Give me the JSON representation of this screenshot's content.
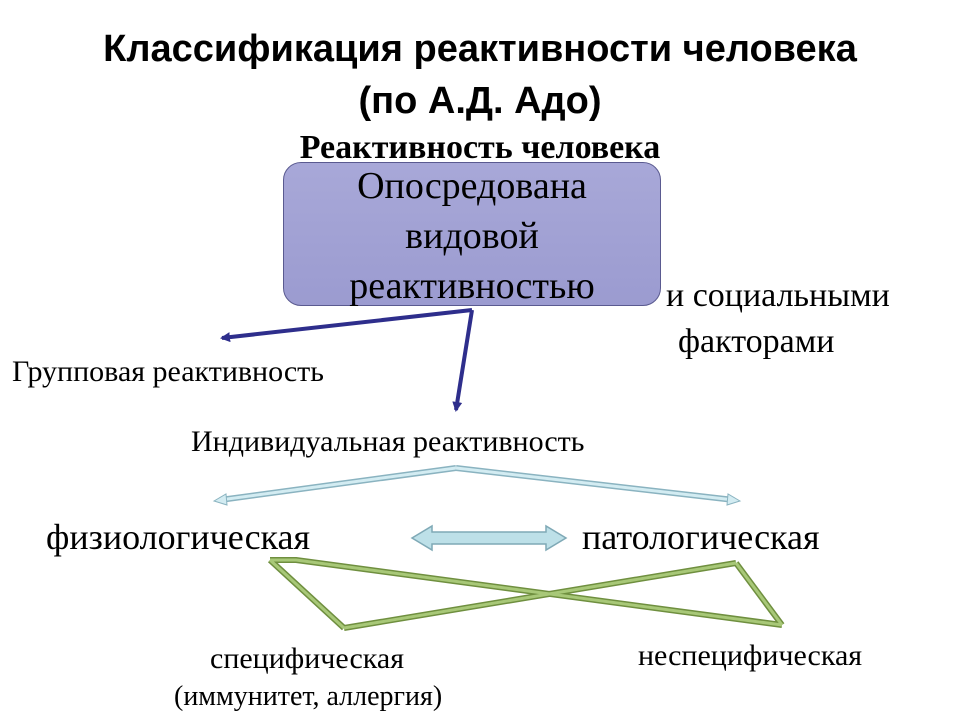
{
  "title": {
    "line1": "Классификация реактивности человека",
    "line2": "(по А.Д. Адо)"
  },
  "root": "Реактивность человека",
  "box": {
    "line1": "Опосредована",
    "line2": "видовой",
    "line3": "реактивностью"
  },
  "social": {
    "line1": "и социальными",
    "line2": "факторами"
  },
  "group": "Групповая реактивность",
  "individual": "Индивидуальная реактивность",
  "physiological": "физиологическая",
  "pathological": "патологическая",
  "specific": "специфическая",
  "specific_note": "(иммунитет, аллергия)",
  "nonspecific": "неспецифическая",
  "colors": {
    "box_fill": "#9b9bd0",
    "blue_arrow": "#2e2e8c",
    "light_arrow": "#bde0e8",
    "green_arrow": "#8db05a"
  }
}
